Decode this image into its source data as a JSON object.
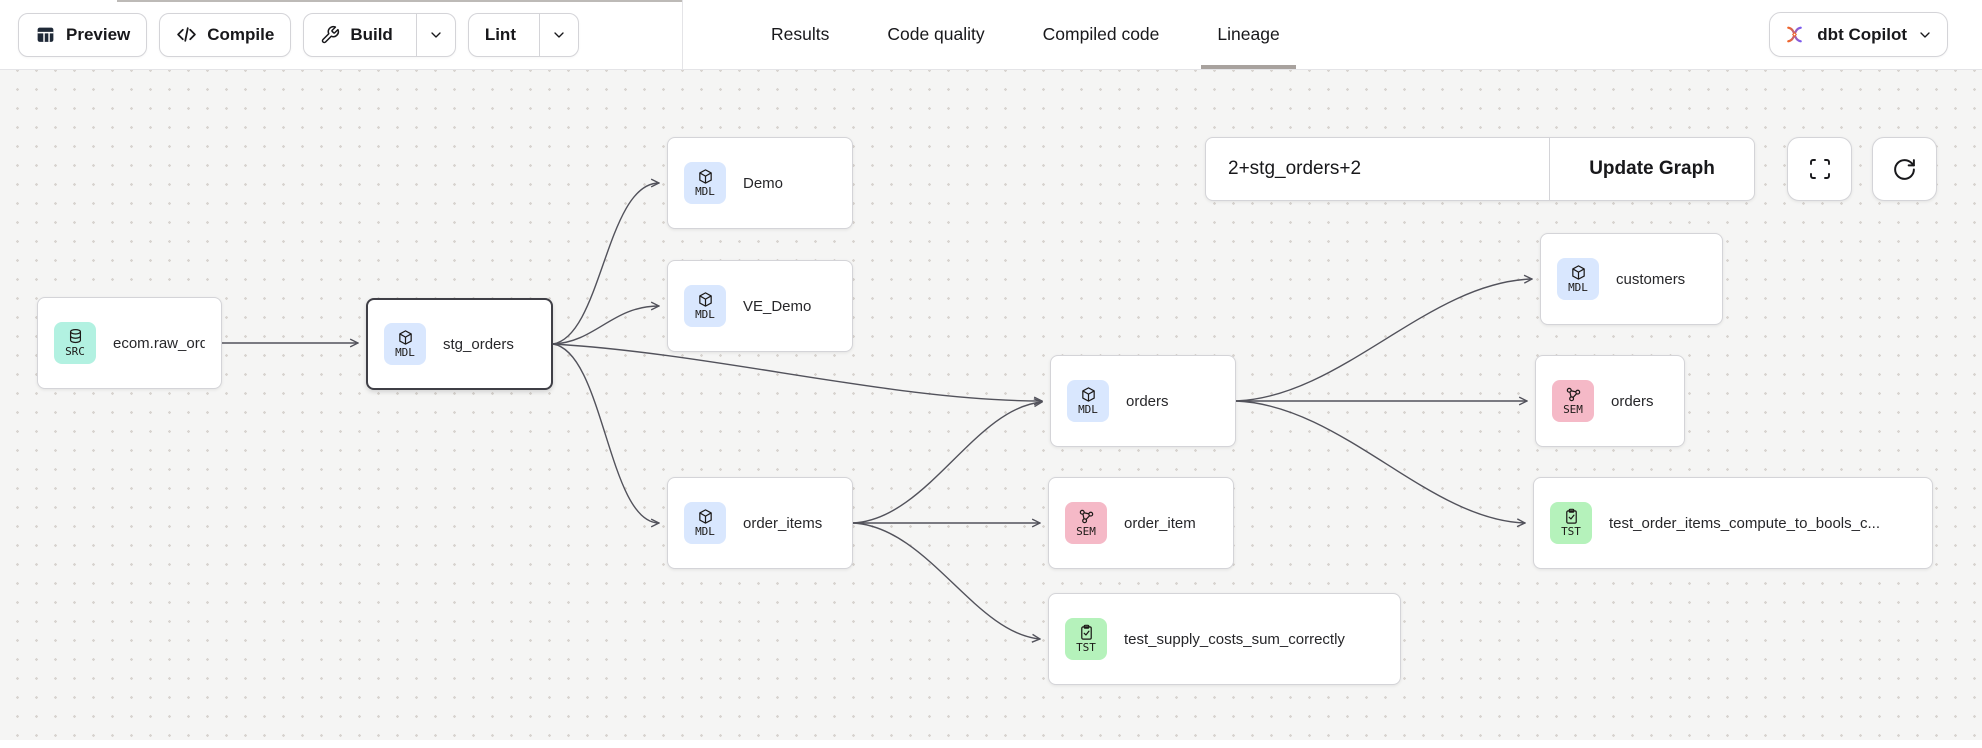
{
  "toolbar": {
    "preview_label": "Preview",
    "compile_label": "Compile",
    "build_label": "Build",
    "lint_label": "Lint"
  },
  "tabs": {
    "results": "Results",
    "code_quality": "Code quality",
    "compiled_code": "Compiled code",
    "lineage": "Lineage",
    "active_tab": "Lineage"
  },
  "copilot": {
    "label": "dbt Copilot"
  },
  "lineage_controls": {
    "selector_value": "2+stg_orders+2",
    "update_button_label": "Update Graph"
  },
  "graph": {
    "nodes": [
      {
        "label": "ecom.raw_orders",
        "badge": "SRC",
        "type": "source",
        "selected": false
      },
      {
        "label": "stg_orders",
        "badge": "MDL",
        "type": "model",
        "selected": true
      },
      {
        "label": "Demo",
        "badge": "MDL",
        "type": "model",
        "selected": false
      },
      {
        "label": "VE_Demo",
        "badge": "MDL",
        "type": "model",
        "selected": false
      },
      {
        "label": "orders",
        "badge": "MDL",
        "type": "model",
        "selected": false
      },
      {
        "label": "order_items",
        "badge": "MDL",
        "type": "model",
        "selected": false
      },
      {
        "label": "order_item",
        "badge": "SEM",
        "type": "semantic",
        "selected": false
      },
      {
        "label": "customers",
        "badge": "MDL",
        "type": "model",
        "selected": false
      },
      {
        "label": "orders",
        "badge": "SEM",
        "type": "semantic",
        "selected": false
      },
      {
        "label": "test_order_items_compute_to_bools_c...",
        "badge": "TST",
        "type": "test",
        "selected": false
      },
      {
        "label": "test_supply_costs_sum_correctly",
        "badge": "TST",
        "type": "test",
        "selected": false
      }
    ],
    "edges": [
      [
        "ecom.raw_orders",
        "stg_orders"
      ],
      [
        "stg_orders",
        "Demo"
      ],
      [
        "stg_orders",
        "VE_Demo"
      ],
      [
        "stg_orders",
        "orders (MDL)"
      ],
      [
        "stg_orders",
        "order_items"
      ],
      [
        "order_items",
        "orders (MDL)"
      ],
      [
        "order_items",
        "order_item (SEM)"
      ],
      [
        "order_items",
        "test_supply_costs_sum_correctly"
      ],
      [
        "orders (MDL)",
        "customers"
      ],
      [
        "orders (MDL)",
        "orders (SEM)"
      ],
      [
        "orders (MDL)",
        "test_order_items_compute_to_bools_c..."
      ]
    ]
  },
  "colors": {
    "badge_src_bg": "#b2f1e1",
    "badge_mdl_bg": "#d9e7fe",
    "badge_sem_bg": "#f5b9c7",
    "badge_tst_bg": "#b5f2bb",
    "edge": "#52525b",
    "selected_node_border": "#3f3f46",
    "canvas_bg": "#f5f5f4",
    "active_tab_underline": "#a8a29e",
    "copilot_icon_orange": "#f1662a",
    "copilot_icon_purple": "#7b5cf0"
  }
}
